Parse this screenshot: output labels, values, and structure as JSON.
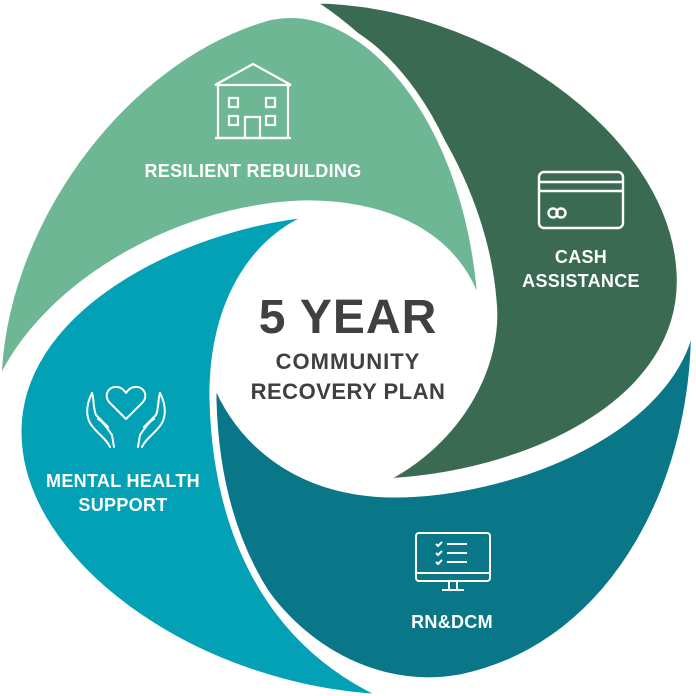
{
  "title": {
    "big": "5 YEAR",
    "line1": "COMMUNITY",
    "line2": "RECOVERY PLAN"
  },
  "segments": [
    {
      "id": "resilient-rebuilding",
      "label": "RESILIENT REBUILDING",
      "icon": "house-icon",
      "color": "#6db795"
    },
    {
      "id": "cash-assistance",
      "label_line1": "CASH",
      "label_line2": "ASSISTANCE",
      "icon": "credit-card-icon",
      "color": "#3a6a51"
    },
    {
      "id": "rn-dcm",
      "label": "RN&DCM",
      "icon": "monitor-checklist-icon",
      "color": "#097787"
    },
    {
      "id": "mental-health-support",
      "label_line1": "MENTAL HEALTH",
      "label_line2": "SUPPORT",
      "icon": "heart-hands-icon",
      "color": "#03a1b5"
    }
  ]
}
